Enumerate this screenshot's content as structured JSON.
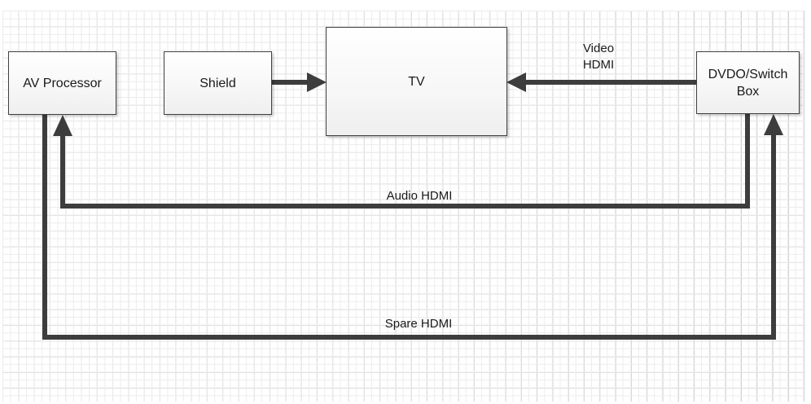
{
  "diagram": {
    "nodes": [
      {
        "id": "av-processor",
        "label": "AV Processor"
      },
      {
        "id": "shield",
        "label": "Shield"
      },
      {
        "id": "tv",
        "label": "TV"
      },
      {
        "id": "dvdo-switch-box",
        "label": "DVDO/Switch Box"
      }
    ],
    "connections": [
      {
        "id": "shield-to-tv",
        "from": "Shield",
        "to": "TV",
        "label": ""
      },
      {
        "id": "video-hdmi",
        "from": "DVDO/Switch Box",
        "to": "TV",
        "label": "Video HDMI"
      },
      {
        "id": "audio-hdmi",
        "from": "DVDO/Switch Box",
        "to": "AV Processor",
        "label": "Audio HDMI"
      },
      {
        "id": "spare-hdmi",
        "from": "AV Processor",
        "to": "DVDO/Switch Box",
        "label": "Spare HDMI"
      }
    ],
    "colors": {
      "connector": "#3d3d3d",
      "node_border": "#404040",
      "node_fill_top": "#ffffff",
      "node_fill_bottom": "#efefef",
      "grid_major": "#c9c9c9",
      "grid_minor": "#ececec",
      "text": "#1a1a1a",
      "background": "#ffffff"
    }
  }
}
